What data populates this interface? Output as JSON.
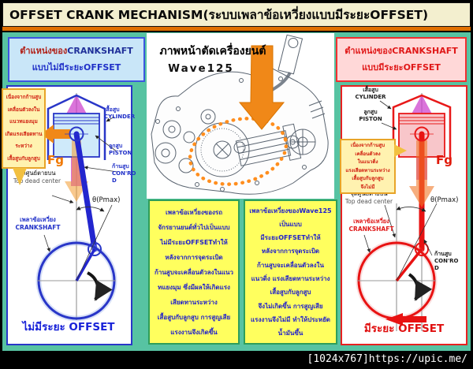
{
  "colors": {
    "background_teal": "#57C3A2",
    "title_bar_cream": "#F3EFCF",
    "accent_orange": "#E06F00",
    "left_mechanism_blue": "#2936C8",
    "right_mechanism_red": "#E81212",
    "note_yellow": "#FFFF5E",
    "note_border_green": "#2E9E5B",
    "callout_yellow": "#FFF2B0",
    "magenta_arrow": "#CC3FCC"
  },
  "window": {
    "title": "OFFSET CRANK MECHANISM(ระบบเพลาข้อเหวี่ยงแบบมีระยะOFFSET)",
    "watermark": "[1024x767]https://upic.me/"
  },
  "center": {
    "heading": "ภาพหน้าตัดเครื่องยนต์",
    "model": "Wave125"
  },
  "left_panel": {
    "header": {
      "th": "ตำแหน่งของ",
      "en": "CRANKSHAFT",
      "line2": "แบบไม่มีระยะOFFSET"
    },
    "callout_lines": [
      "เนื่องจากก้านสูบ",
      "เคลื่อนตัวลงใน",
      "แนวทแยงมุม",
      "เกิดแรงเสียดทาน",
      "ระหว่าง",
      "เสื้อสูบกับลูกสูบ"
    ],
    "labels": {
      "cylinder_th": "เสื้อสูบ",
      "cylinder_en": "CYLINDER",
      "piston_th": "ลูกสูบ",
      "piston_en": "PISTON",
      "conrod_th": "ก้านสูบ",
      "conrod_en": "CON'ROD",
      "force": "Fg",
      "tdc_th": "จุดศูนย์ตายบน",
      "tdc_en": "Top dead center",
      "crank_th": "เพลาข้อเหวี่ยง",
      "crank_en": "CRANKSHAFT",
      "angle": "θ(Pmax)"
    },
    "caption": "ไม่มีระยะ OFFSET",
    "note_lines": [
      "เพลาข้อเหวี่ยงของรถ",
      "จักรยานยนต์ทั่วไปเป็นแบบ",
      "ไม่มีระยะOFFSETทำให้",
      "หลังจากการจุดระเบิด",
      "ก้านสูบจะเคลื่อนตัวลงในแนว",
      "ทแยงมุม ซึ่งมีผลให้เกิดแรง",
      "เสียดทานระหว่าง",
      "เสื้อสูบกับลูกสูบ การสูญเสีย",
      "แรงงานจึงเกิดขึ้น"
    ]
  },
  "right_panel": {
    "header": {
      "th": "ตำแหน่งของ",
      "en": "CRANKSHAFT",
      "line2": "แบบมีระยะOFFSET"
    },
    "callout_lines": [
      "เนื่องจากก้านสูบ",
      "เคลื่อนตัวลง",
      "ในแนวดิ่ง",
      "แรงเสียดทานระหว่าง",
      "เสื้อสูบกับลูกสูบ",
      "จึงไม่มี"
    ],
    "labels": {
      "cylinder_th": "เสื้อสูบ",
      "cylinder_en": "CYLINDER",
      "piston_th": "ลูกสูบ",
      "piston_en": "PISTON",
      "conrod_th": "ก้านสูบ",
      "conrod_en": "CON'ROD",
      "force": "Fg",
      "tdc_th": "จุดศูนย์ตายบน",
      "tdc_en": "Top dead center",
      "crank_th": "เพลาข้อเหวี่ยง",
      "crank_en": "CRANKSHAFT",
      "angle": "θ(Pmax)"
    },
    "caption": "มีระยะ OFFSET",
    "note_lines": [
      "เพลาข้อเหวี่ยงของWave125",
      "เป็นแบบ",
      "มีระยะOFFSETทำให้",
      "หลังจากการจุดระเบิด",
      "ก้านสูบจะเคลื่อนตัวลงใน",
      "แนวดิ่ง แรงเสียดทานระหว่าง",
      "เสื้อสูบกับลูกสูบ",
      "จึงไม่เกิดขึ้น การสูญเสีย",
      "แรงงานจึงไม่มี ทำให้ประหยัด",
      "น้ำมันขึ้น"
    ]
  }
}
